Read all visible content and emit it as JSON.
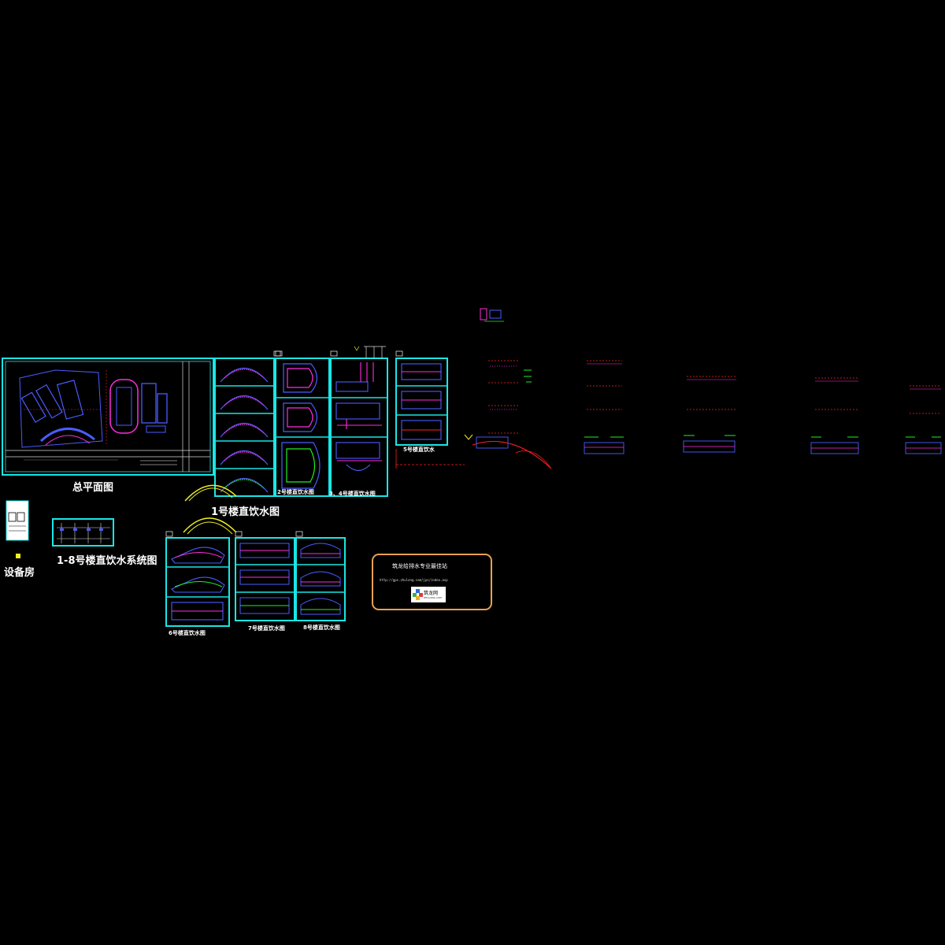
{
  "drawing_labels": {
    "site_plan": "总平面图",
    "building1": "1号楼直饮水图",
    "building2": "2号楼直饮水图",
    "building34": "3、4号楼直饮水图",
    "building5": "5号楼直饮水",
    "equipment_room": "设备房",
    "system_diagram": "1-8号楼直饮水系统图",
    "building6": "6号楼直饮水图",
    "building7": "7号楼直饮水图",
    "building8": "8号楼直饮水图"
  },
  "notice": {
    "text": "筑龙给排水专业最佳站",
    "url": "http://gps.zhulong.com/jps/index.asp",
    "logo_text": "筑龙网",
    "logo_sub": "ZHULONG.COM"
  },
  "colors": {
    "frame": "#19e6e6",
    "plan_blue": "#4a5cff",
    "pipe_magenta": "#ff2de0",
    "pipe_red": "#ff2020",
    "yellow": "#f0f020",
    "green": "#20f020",
    "notice_border": "#e8a050"
  }
}
